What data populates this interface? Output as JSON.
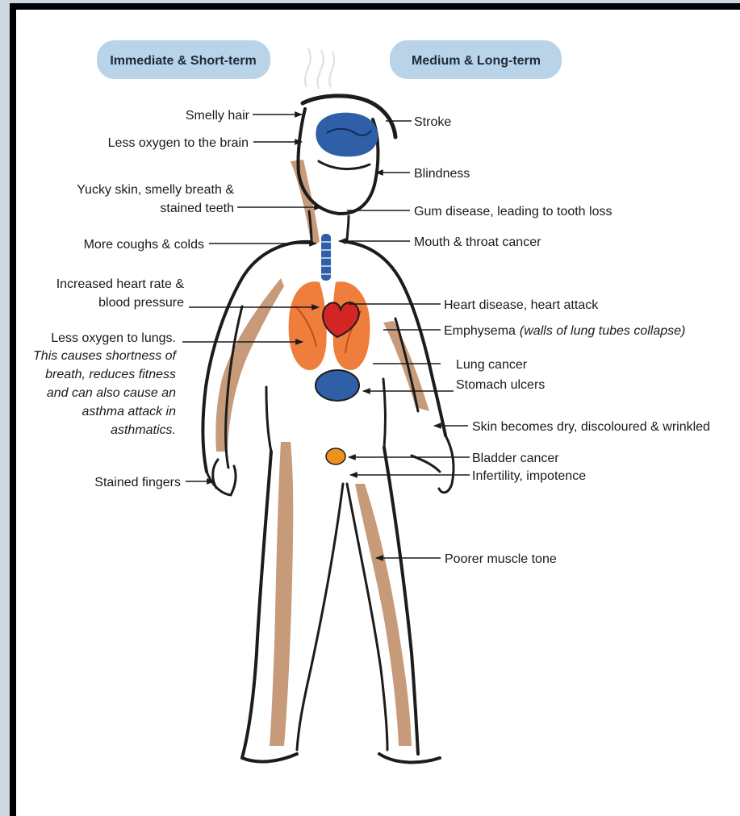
{
  "colors": {
    "pill_fill": "#b9d3e8",
    "outline": "#1c1c1c",
    "skin": "#c79a7a",
    "brain": "#2f5fa7",
    "lungs": "#ef7d3c",
    "heart": "#d42525",
    "stomach": "#2f5fa7",
    "bladder": "#f0901f"
  },
  "headings": {
    "left": "Immediate & Short-term",
    "right": "Medium & Long-term"
  },
  "left_labels": {
    "smelly_hair": "Smelly hair",
    "less_oxygen_brain": "Less oxygen to the brain",
    "yucky_skin_1": "Yucky skin, smelly breath &",
    "yucky_skin_2": "stained teeth",
    "coughs_colds": "More coughs & colds",
    "heart_rate_1": "Increased heart rate &",
    "heart_rate_2": "blood pressure",
    "lungs_1": "Less oxygen to lungs.",
    "lungs_2": "This causes shortness of",
    "lungs_3": "breath, reduces fitness",
    "lungs_4": "and can also cause an",
    "lungs_5": "asthma attack in",
    "lungs_6": "asthmatics.",
    "stained_fingers": "Stained fingers"
  },
  "right_labels": {
    "stroke": "Stroke",
    "blindness": "Blindness",
    "gum_disease": "Gum disease, leading to tooth loss",
    "mouth_cancer": "Mouth & throat cancer",
    "heart_disease": "Heart disease, heart attack",
    "emphysema": "Emphysema",
    "emphysema_note": "(walls of lung tubes collapse)",
    "lung_cancer": "Lung cancer",
    "stomach_ulcers": "Stomach ulcers",
    "skin_dry": "Skin becomes dry, discoloured & wrinkled",
    "bladder_cancer": "Bladder cancer",
    "infertility": "Infertility, impotence",
    "muscle_tone": "Poorer muscle tone"
  }
}
